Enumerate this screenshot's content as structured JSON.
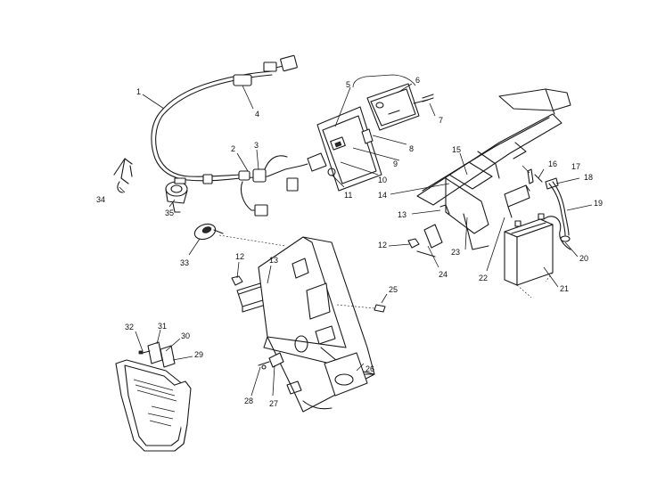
{
  "diagram": {
    "callouts": [
      {
        "id": 1,
        "label": "1"
      },
      {
        "id": 2,
        "label": "2"
      },
      {
        "id": 3,
        "label": "3"
      },
      {
        "id": 4,
        "label": "4"
      },
      {
        "id": 5,
        "label": "5"
      },
      {
        "id": 6,
        "label": "6"
      },
      {
        "id": 7,
        "label": "7"
      },
      {
        "id": 8,
        "label": "8"
      },
      {
        "id": 9,
        "label": "9"
      },
      {
        "id": 10,
        "label": "10"
      },
      {
        "id": 11,
        "label": "11"
      },
      {
        "id": 12,
        "label": "12"
      },
      {
        "id": 13,
        "label": "13"
      },
      {
        "id": 14,
        "label": "14"
      },
      {
        "id": 15,
        "label": "15"
      },
      {
        "id": 16,
        "label": "16"
      },
      {
        "id": 17,
        "label": "17"
      },
      {
        "id": 18,
        "label": "18"
      },
      {
        "id": 19,
        "label": "19"
      },
      {
        "id": 20,
        "label": "20"
      },
      {
        "id": 21,
        "label": "21"
      },
      {
        "id": 22,
        "label": "22"
      },
      {
        "id": 23,
        "label": "23"
      },
      {
        "id": 24,
        "label": "24"
      },
      {
        "id": 25,
        "label": "25"
      },
      {
        "id": 26,
        "label": "26"
      },
      {
        "id": 27,
        "label": "27"
      },
      {
        "id": 28,
        "label": "28"
      },
      {
        "id": 29,
        "label": "29"
      },
      {
        "id": 30,
        "label": "30"
      },
      {
        "id": 31,
        "label": "31"
      },
      {
        "id": 32,
        "label": "32"
      },
      {
        "id": 33,
        "label": "33"
      },
      {
        "id": 34,
        "label": "34"
      },
      {
        "id": 35,
        "label": "35"
      },
      {
        "id": "12b",
        "label": "12"
      },
      {
        "id": "13b",
        "label": "13"
      }
    ]
  }
}
